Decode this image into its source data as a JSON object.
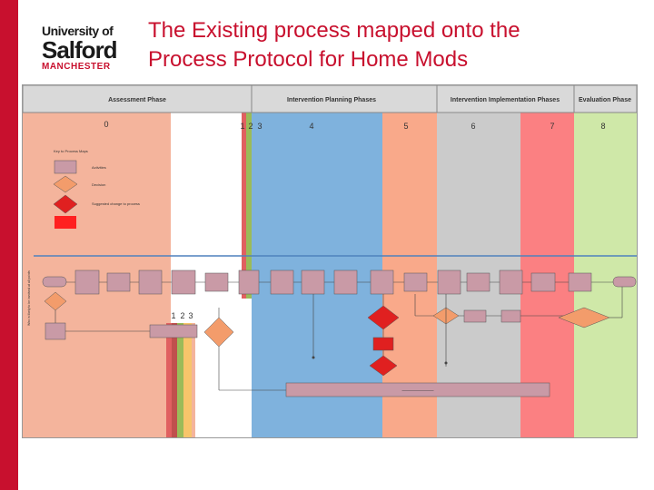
{
  "logo": {
    "line1": "University of",
    "line2": "Salford",
    "line3": "MANCHESTER"
  },
  "title": {
    "line1": "The Existing process mapped onto the",
    "line2": "Process Protocol for Home Mods"
  },
  "phases": [
    {
      "label": "Assessment Phase"
    },
    {
      "label": "Intervention Planning Phases"
    },
    {
      "label": "Intervention Implementation Phases"
    },
    {
      "label": "Evaluation Phase"
    }
  ],
  "columns": [
    {
      "num": "0",
      "color": "#f4b49c"
    },
    {
      "num": "",
      "color": "#ffffff"
    },
    {
      "num": "1",
      "color": "#e06060"
    },
    {
      "num": "2",
      "color": "#9bbb59"
    },
    {
      "num": "3",
      "color": "#f7c56b"
    },
    {
      "num": "4",
      "color": "#7fb2dd"
    },
    {
      "num": "5",
      "color": "#f9a98a"
    },
    {
      "num": "6",
      "color": "#cbcbcb"
    },
    {
      "num": "7",
      "color": "#fb8082"
    },
    {
      "num": "8",
      "color": "#cfe8a8"
    }
  ],
  "stage_labels_lower": {
    "one": "1",
    "two": "2",
    "three": "3"
  },
  "legend": {
    "title": "Key to Process Maps",
    "items": [
      "Activities",
      "Decision",
      "Suggested change to process",
      ""
    ]
  },
  "swimlane_label": "Who is likely to be involved at all points",
  "bottom_bar_label": "———————",
  "colors": {
    "brand_red": "#c8102e",
    "activity_fill": "#c99aa6",
    "decision_orange": "#f39c6b",
    "decision_red": "#e02020",
    "phase_header": "#d9d9d9",
    "line_blue": "#4f81bd"
  }
}
